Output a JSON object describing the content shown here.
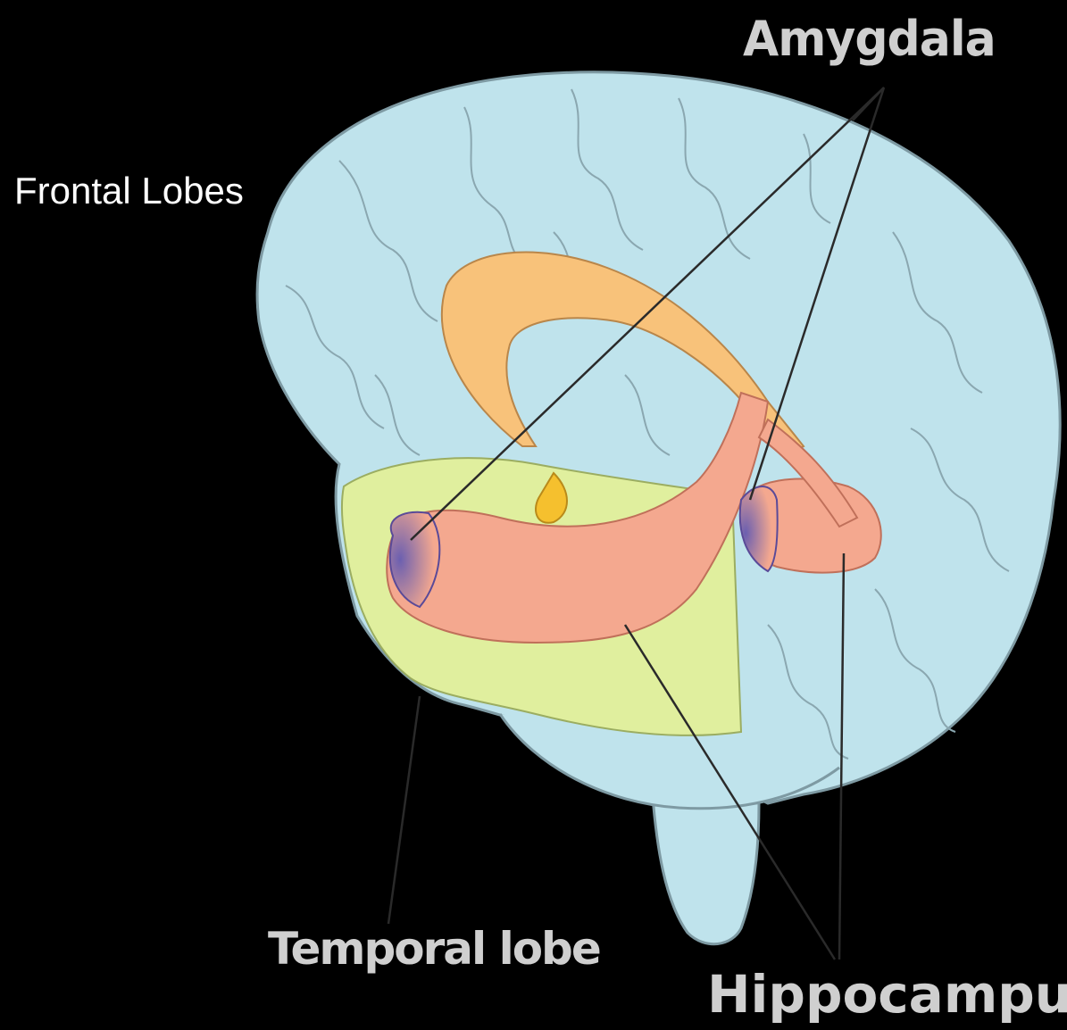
{
  "labels": {
    "frontal_lobes": "Frontal Lobes",
    "amygdala": "Amygdala",
    "temporal_lobe": "Temporal lobe",
    "hippocampus": "Hippocampus"
  },
  "colors": {
    "background": "#000000",
    "brain": "#bfe3ec",
    "brain_outline": "#7e9aa3",
    "temporal_lobe": "#e2f09a",
    "hippocampus": "#f4a88f",
    "amygdala_shade": "#7e6fb4",
    "fornix": "#f8c27a",
    "mammillary": "#f5c02e",
    "leader_line": "#2a2a2a"
  }
}
